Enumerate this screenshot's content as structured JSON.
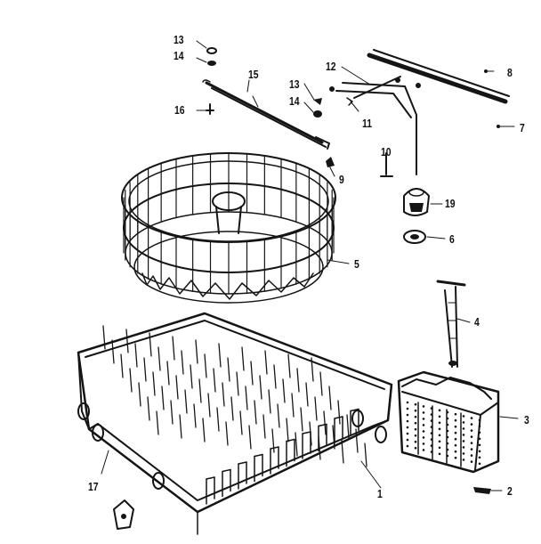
{
  "diagram": {
    "callouts": [
      {
        "id": "13a",
        "text": "13"
      },
      {
        "id": "14a",
        "text": "14"
      },
      {
        "id": "15",
        "text": "15"
      },
      {
        "id": "16",
        "text": "16"
      },
      {
        "id": "13b",
        "text": "13"
      },
      {
        "id": "14b",
        "text": "14"
      },
      {
        "id": "12",
        "text": "12"
      },
      {
        "id": "11",
        "text": "11"
      },
      {
        "id": "8",
        "text": "8"
      },
      {
        "id": "7",
        "text": "7"
      },
      {
        "id": "9",
        "text": "9"
      },
      {
        "id": "10",
        "text": "10"
      },
      {
        "id": "19",
        "text": "19"
      },
      {
        "id": "6",
        "text": "6"
      },
      {
        "id": "5",
        "text": "5"
      },
      {
        "id": "4",
        "text": "4"
      },
      {
        "id": "3",
        "text": "3"
      },
      {
        "id": "2",
        "text": "2"
      },
      {
        "id": "1",
        "text": "1"
      },
      {
        "id": "17",
        "text": "17"
      }
    ],
    "parts": [
      "upper-rack-circular",
      "lower-rack-basket",
      "silverware-basket",
      "upper-spray-arm",
      "rail-track",
      "rack-slide-rail",
      "upper-spray-arm-nozzle",
      "spray-tube",
      "rack-stop"
    ]
  },
  "colors": {
    "ink": "#151515",
    "background": "#ffffff"
  }
}
